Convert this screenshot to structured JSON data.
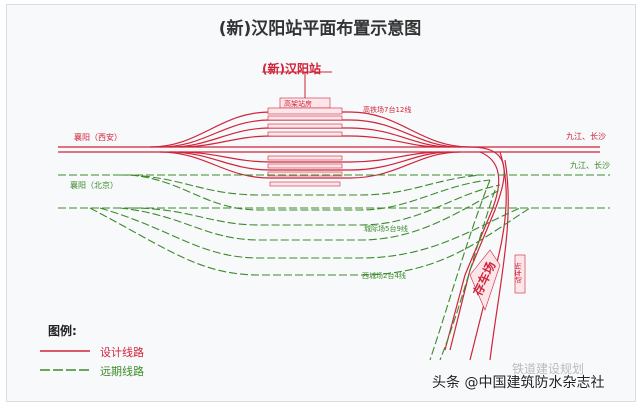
{
  "title": "(新)汉阳站平面布置示意图",
  "station_label": "(新)汉阳站",
  "station_building": "高架站房",
  "yards": {
    "high_speed": "高铁场7台12线",
    "intercity": "城际场5台9线",
    "west": "西城场2台4线",
    "storage": "存车场",
    "depot": "动车所"
  },
  "directions": {
    "left_red": "襄阳（西安）",
    "left_green": "襄阳（北京）",
    "right_red": "九江、长沙",
    "right_green": "九江、长沙"
  },
  "legend": {
    "title": "图例:",
    "design": "设计线路",
    "future": "远期线路"
  },
  "watermark": {
    "main": "头条 @中国建筑防水杂志社",
    "secondary": "铁道建设规划"
  },
  "colors": {
    "design": "#d0243a",
    "future": "#3d8a2a"
  }
}
